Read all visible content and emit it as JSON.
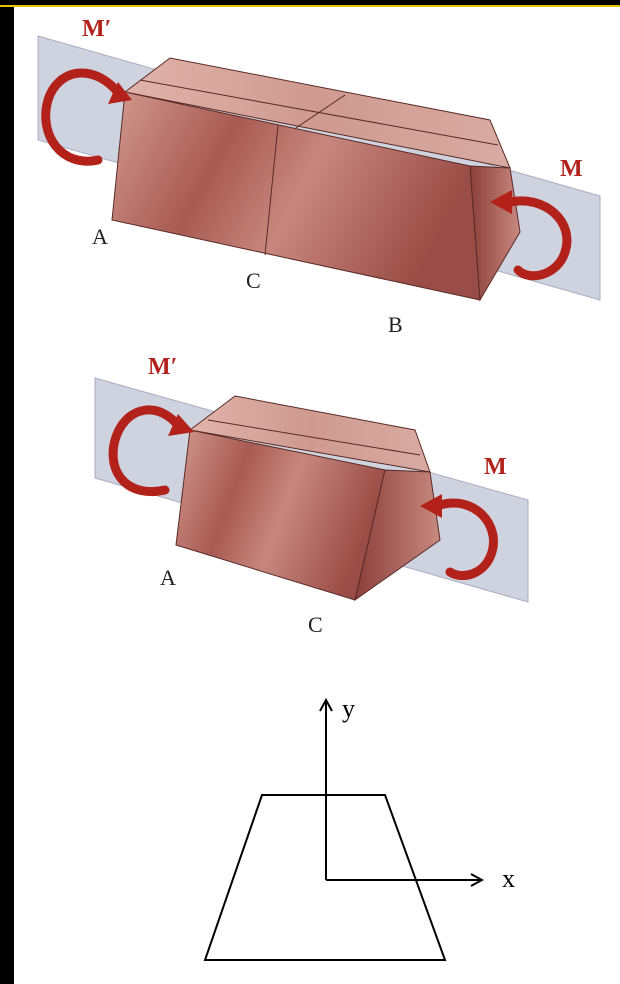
{
  "figure1": {
    "moment_left": "M′",
    "moment_right": "M",
    "point_a": "A",
    "point_c": "C",
    "point_b": "B"
  },
  "figure2": {
    "moment_left": "M′",
    "moment_right": "M",
    "point_a": "A",
    "point_c": "C"
  },
  "figure3": {
    "axis_y": "y",
    "axis_x": "x"
  },
  "colors": {
    "arrow": "#b3221a",
    "block_light": "#c88a80",
    "block_dark": "#8a4440",
    "plane": "#cfd3e0",
    "frame": "#000000"
  }
}
